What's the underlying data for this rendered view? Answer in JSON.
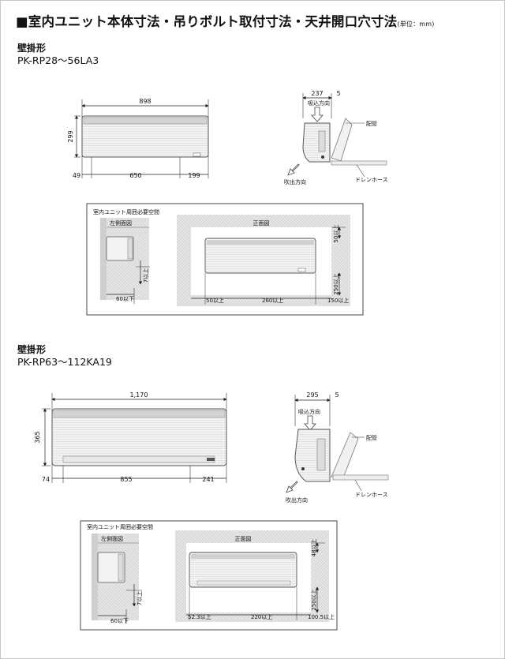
{
  "title": "■室内ユニット本体寸法・吊りボルト取付寸法・天井開口穴寸法",
  "unit_note": "(単位：mm)",
  "sections": [
    {
      "type": "壁掛形",
      "model": "PK-RP28～56LA3",
      "front": {
        "width": "898",
        "height": "299",
        "left": "49",
        "center": "650",
        "right": "199"
      },
      "side": {
        "depth": "237",
        "gap": "5",
        "intake": "吸込方向",
        "outlet": "吹出方向",
        "pipe": "配管",
        "drain": "ドレンホース"
      },
      "space": {
        "title": "室内ユニット周囲必要空間",
        "side_label": "左側面図",
        "front_label": "正面図",
        "side_bottom": "60以下",
        "side_height": "7以上",
        "top": "50以上",
        "bottom": "250以上",
        "left": "50以上",
        "center": "260以上",
        "right": "150以上"
      }
    },
    {
      "type": "壁掛形",
      "model": "PK-RP63～112KA19",
      "front": {
        "width": "1,170",
        "height": "365",
        "left": "74",
        "center": "855",
        "right": "241"
      },
      "side": {
        "depth": "295",
        "gap": "5",
        "intake": "吸込方向",
        "outlet": "吹出方向",
        "pipe": "配管",
        "drain": "ドレンホース"
      },
      "space": {
        "title": "室内ユニット周囲必要空間",
        "side_label": "左側面図",
        "front_label": "正面図",
        "side_bottom": "60以下",
        "side_height": "7以上",
        "top": "48以上",
        "bottom": "250以上",
        "left": "52.3以上",
        "center": "220以上",
        "right": "100.5以上"
      }
    }
  ]
}
